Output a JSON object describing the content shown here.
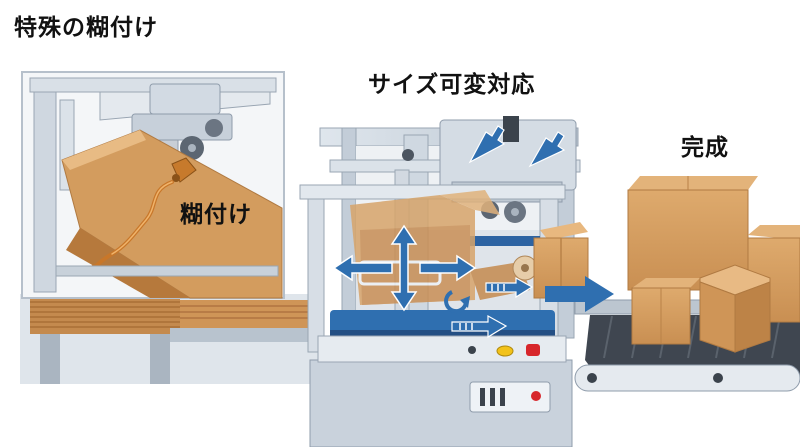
{
  "labels": {
    "title": "特殊の糊付け",
    "inset_glue": "糊付け",
    "size_adjust": "サイズ可変対応",
    "complete": "完成"
  },
  "colors": {
    "frame": "#c9d3de",
    "frame_dark": "#8f9cab",
    "cardboard": "#d29a5c",
    "cardboard_dark": "#b67a3d",
    "cardboard_light": "#e6b57c",
    "arrow_blue": "#2f6fb0",
    "conveyor": "#3f4650",
    "glue": "#c8772a",
    "button_yellow": "#f2c21a",
    "button_red": "#d7262b"
  },
  "icons": [
    "move-arrows-icon",
    "rotate-arrow-icon",
    "output-arrow-icon",
    "press-arrow-icon"
  ]
}
